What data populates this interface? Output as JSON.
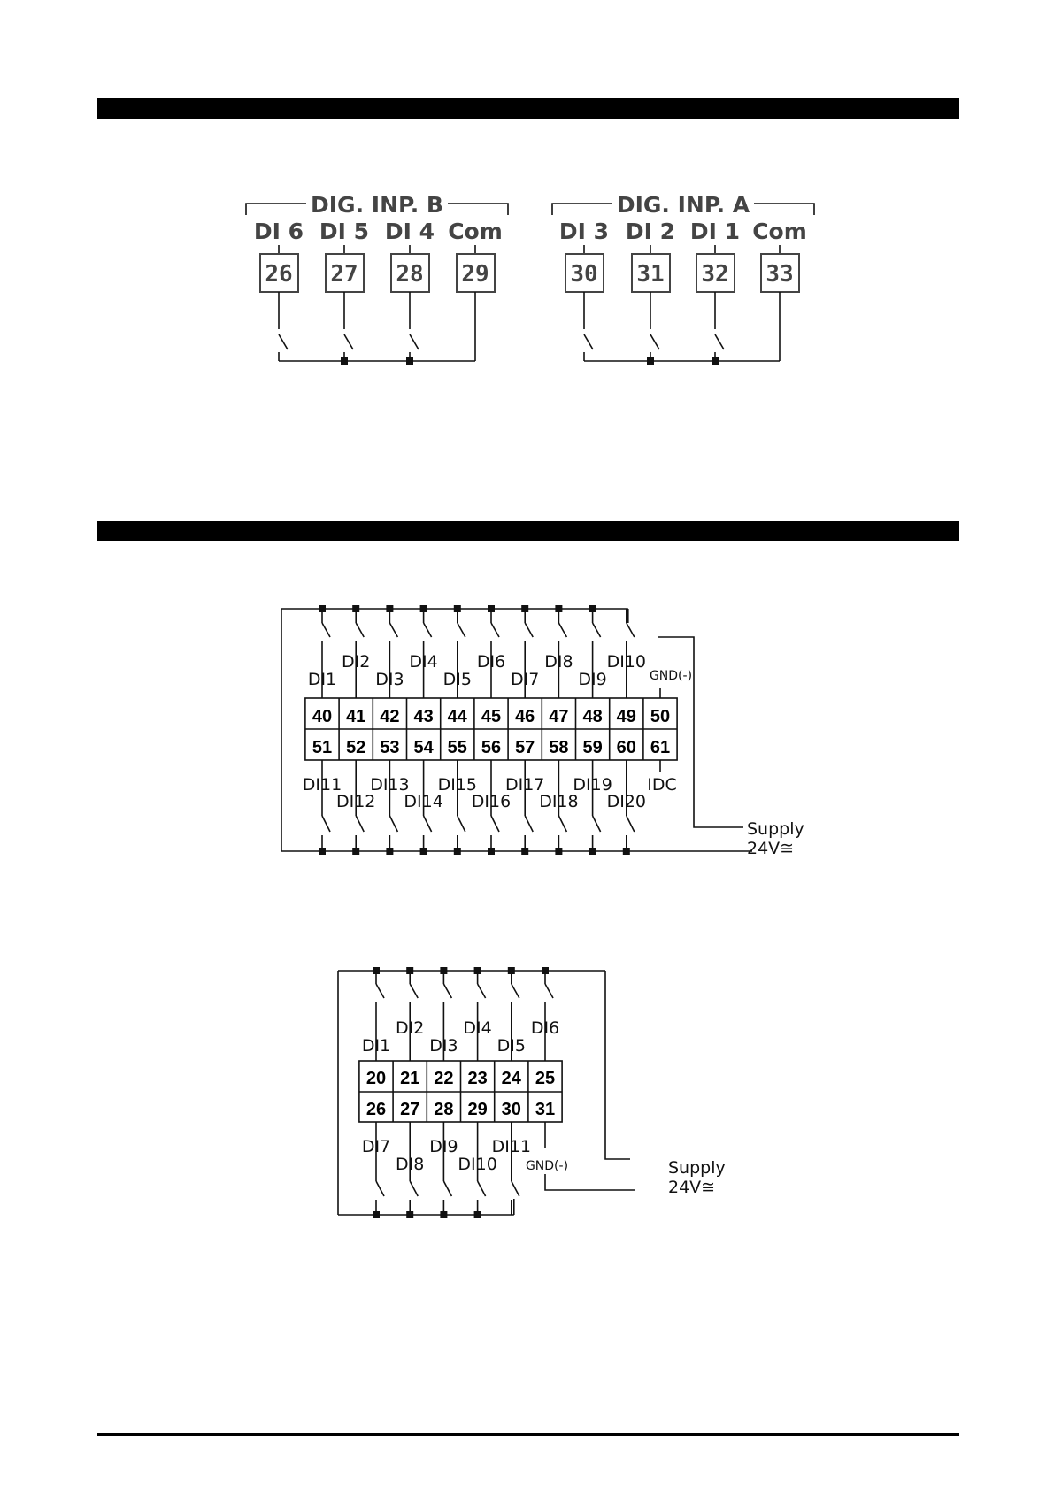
{
  "diagram_a": {
    "group_b": {
      "title": "DIG. INP.  B",
      "labels": [
        "DI 6",
        "DI 5",
        "DI 4",
        "Com"
      ],
      "terminals": [
        "26",
        "27",
        "28",
        "29"
      ]
    },
    "group_a": {
      "title": "DIG. INP.  A",
      "labels": [
        "DI 3",
        "DI 2",
        "DI 1",
        "Com"
      ],
      "terminals": [
        "30",
        "31",
        "32",
        "33"
      ]
    }
  },
  "diagram_b": {
    "top_terminals": [
      "40",
      "41",
      "42",
      "43",
      "44",
      "45",
      "46",
      "47",
      "48",
      "49",
      "50"
    ],
    "bottom_terminals": [
      "51",
      "52",
      "53",
      "54",
      "55",
      "56",
      "57",
      "58",
      "59",
      "60",
      "61"
    ],
    "top_labels": [
      "DI1",
      "DI2",
      "DI3",
      "DI4",
      "DI5",
      "DI6",
      "DI7",
      "DI8",
      "DI9",
      "DI10",
      "GND(-)"
    ],
    "bottom_labels": [
      "DI11",
      "DI12",
      "DI13",
      "DI14",
      "DI15",
      "DI16",
      "DI17",
      "DI18",
      "DI19",
      "DI20",
      "IDC"
    ],
    "supply_line1": "Supply",
    "supply_line2": "24V≅"
  },
  "diagram_c": {
    "top_terminals": [
      "20",
      "21",
      "22",
      "23",
      "24",
      "25"
    ],
    "bottom_terminals": [
      "26",
      "27",
      "28",
      "29",
      "30",
      "31"
    ],
    "top_labels": [
      "DI1",
      "DI2",
      "DI3",
      "DI4",
      "DI5",
      "DI6"
    ],
    "bottom_labels": [
      "DI7",
      "DI8",
      "DI9",
      "DI10",
      "DI11",
      "GND(-)"
    ],
    "supply_line1": "Supply",
    "supply_line2": "24V≅"
  }
}
